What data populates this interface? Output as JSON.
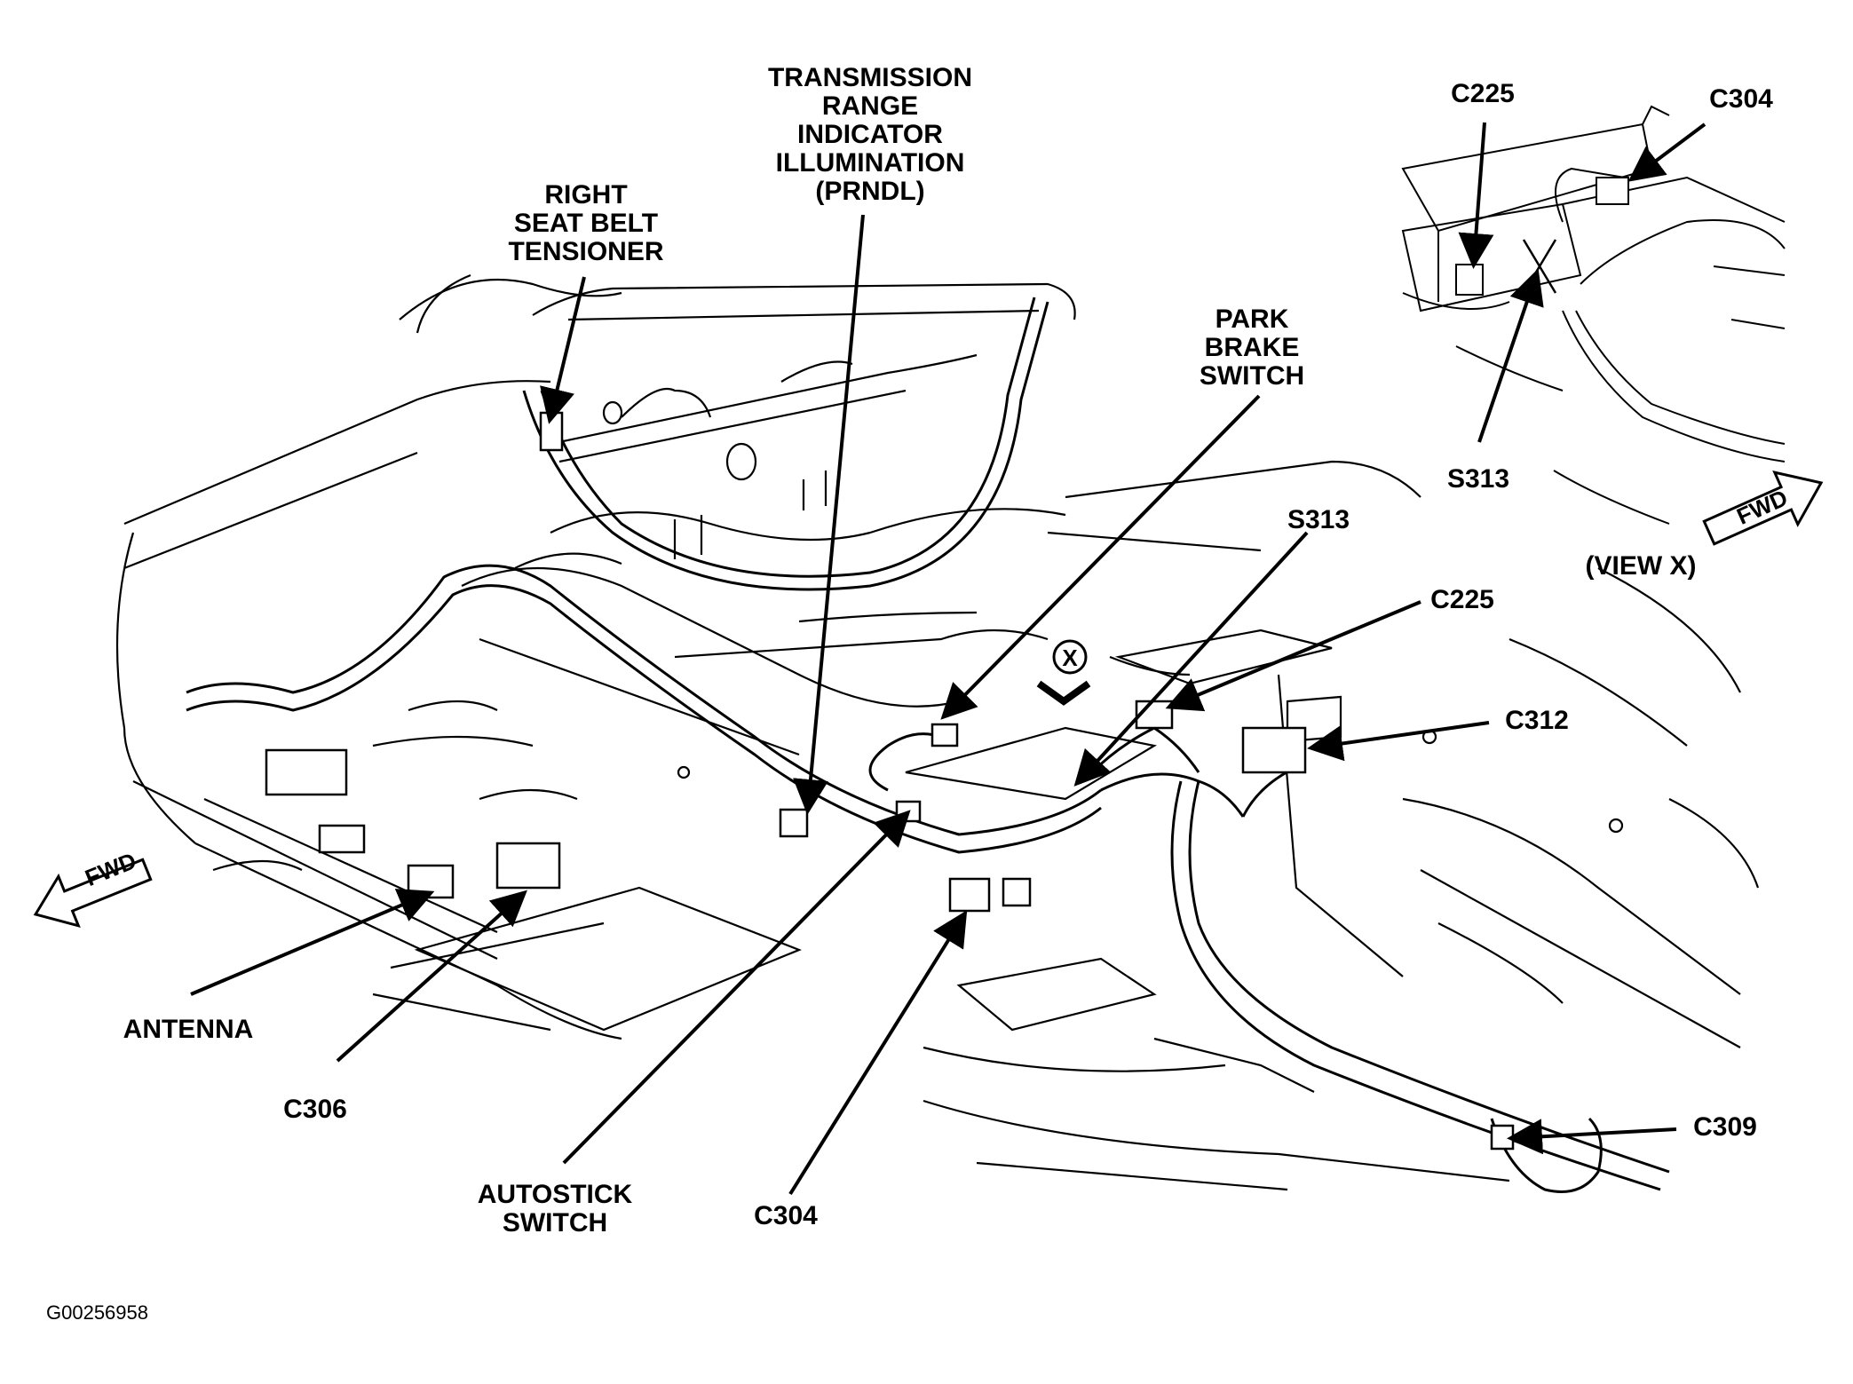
{
  "labels": {
    "transmission_range": [
      "TRANSMISSION",
      "RANGE",
      "INDICATOR",
      "ILLUMINATION",
      "(PRNDL)"
    ],
    "right_seat_belt": [
      "RIGHT",
      "SEAT BELT",
      "TENSIONER"
    ],
    "park_brake": [
      "PARK",
      "BRAKE",
      "SWITCH"
    ],
    "s313_main": "S313",
    "c225_main": "C225",
    "c312": "C312",
    "c309": "C309",
    "antenna": "ANTENNA",
    "c306": "C306",
    "autostick": [
      "AUTOSTICK",
      "SWITCH"
    ],
    "c304_main": "C304",
    "view_x_marker": "X",
    "fwd_main": "FWD",
    "fwd_inset": "FWD",
    "c225_inset": "C225",
    "c304_inset": "C304",
    "s313_inset": "S313",
    "view_x": "(VIEW X)"
  },
  "figure_id": "G00256958"
}
